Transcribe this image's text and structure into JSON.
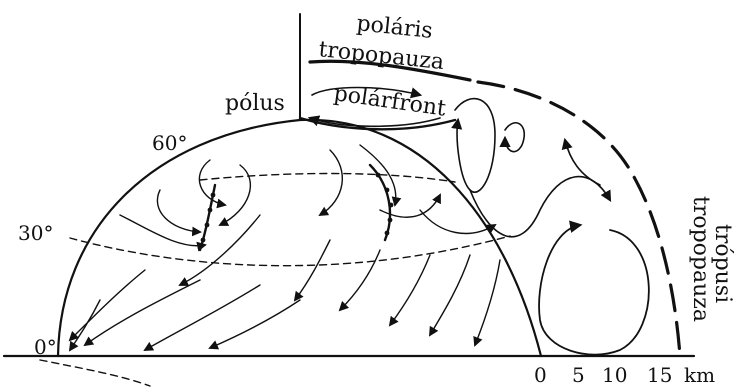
{
  "labels": {
    "polaris": "poláris",
    "tropopauza_polar": "tropopauza",
    "polus": "pólus",
    "polarfront": "polárfront",
    "deg60": "60°",
    "deg30": "30°",
    "deg0": "0°",
    "tropusi": "trópusi",
    "tropopauza_trop": "tropopauza"
  },
  "scale": {
    "ticks": [
      "0",
      "5",
      "10",
      "15"
    ],
    "unit": "km"
  },
  "colors": {
    "ink": "#111111",
    "background": "#ffffff"
  }
}
